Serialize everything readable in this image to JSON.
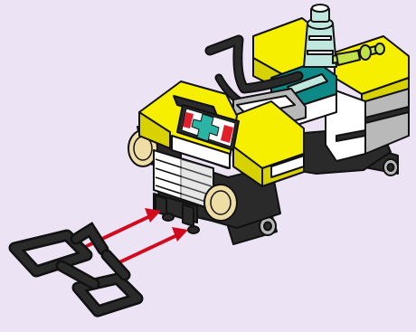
{
  "illustration": {
    "kind": "assembly-instruction-step",
    "subject": "quad-bike",
    "attached_part": "tow-bar",
    "arrow_count": 2
  },
  "colors": {
    "background": "#ece4f4",
    "outline": "#111111",
    "body_yellow": "#f6f000",
    "body_black": "#2a2a2a",
    "body_white": "#ffffff",
    "body_gray": "#b9b9b9",
    "teal": "#0d8a88",
    "lime": "#c3e24a",
    "mint": "#bfe7dd",
    "light_amber": "#eedda4",
    "arrow_red": "#d10a1e",
    "badge_red": "#e01f2b",
    "badge_teal": "#2bb4a6"
  },
  "icons": {
    "badge": "first-aid-cross-icon",
    "tow_bar": "tow-bar-icon",
    "arrows": "insert-arrow-icon"
  }
}
